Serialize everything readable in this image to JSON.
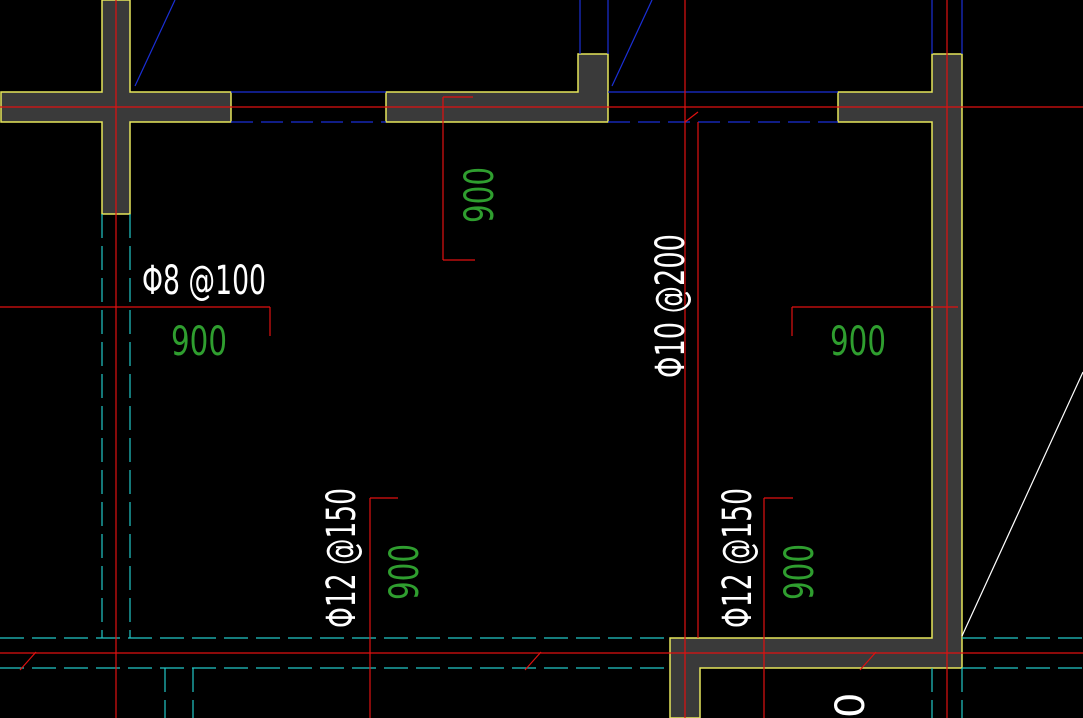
{
  "canvas": {
    "background": "#000000"
  },
  "colors": {
    "wall_fill": "#3a3a3a",
    "wall_edge": "#e6e65a",
    "axis_line": "#e01010",
    "rebar_line": "#e01010",
    "dim_text": "#2f9e2f",
    "rebar_text": "#ffffff",
    "blue_line": "#1a2fd6",
    "cyan_line": "#22c8c8",
    "white_line": "#ffffff"
  },
  "labels": {
    "rebar_top_left": "Φ8 @100",
    "dim_top_left": "900",
    "dim_top_center": "900",
    "rebar_center": "Φ10 @200",
    "dim_right": "900",
    "rebar_bottom_left": "Φ12 @150",
    "dim_bottom_left": "900",
    "rebar_bottom_right": "Φ12 @150",
    "dim_bottom_right": "900",
    "partial_bottom": "0"
  }
}
